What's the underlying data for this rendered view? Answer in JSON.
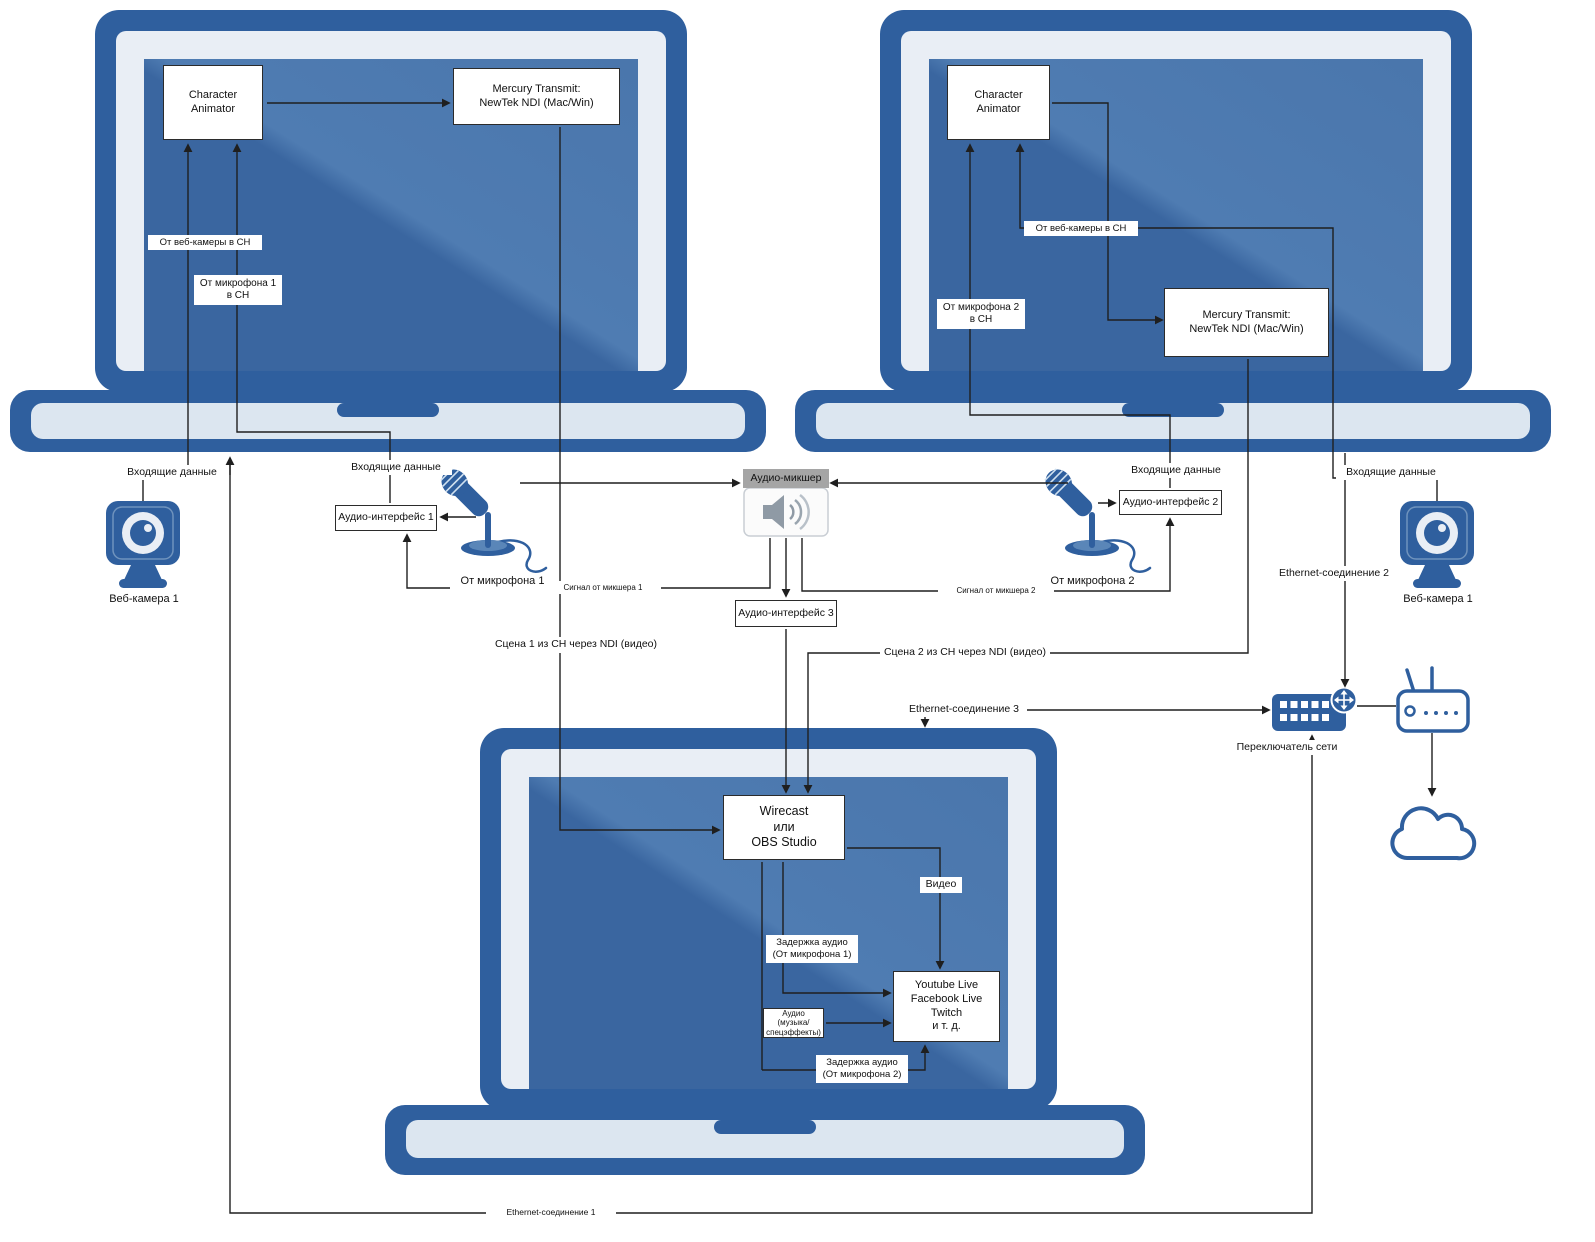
{
  "colors": {
    "laptop_blue": "#2f5f9e",
    "screen_blue": "#3a66a0",
    "line": "#1f1f1f",
    "mixer_label_bg": "#a5a5a5"
  },
  "laptop_left": {
    "character_animator": "Character\nAnimator",
    "mercury_transmit": "Mercury Transmit:\nNewTek NDI (Mac/Win)",
    "from_webcam_label": "От веб-камеры в CH",
    "from_mic_label": "От микрофона 1\nв CH",
    "incoming_webcam": "Входящие данные",
    "incoming_mic": "Входящие данные"
  },
  "laptop_right": {
    "character_animator": "Character\nAnimator",
    "mercury_transmit": "Mercury Transmit:\nNewTek NDI (Mac/Win)",
    "from_webcam_label": "От веб-камеры в CH",
    "from_mic_label": "От микрофона 2\nв CH",
    "incoming_mic": "Входящие данные",
    "incoming_webcam": "Входящие данные"
  },
  "laptop_bottom": {
    "wirecast": "Wirecast\nили\nOBS Studio",
    "streaming": "Youtube Live\nFacebook Live\nTwitch\nи т. д.",
    "video_label": "Видео",
    "audio_delay_1": "Задержка аудио\n(От микрофона 1)",
    "audio_fx": "Аудио\n(музыка/\nспецэффекты)",
    "audio_delay_2": "Задержка аудио\n(От микрофона 2)"
  },
  "peripherals": {
    "webcam_left": "Веб-камера 1",
    "webcam_right": "Веб-камера 1",
    "mic_left": "От микрофона 1",
    "mic_right": "От микрофона 2",
    "audio_interface_1": "Аудио-интерфейс 1",
    "audio_interface_2": "Аудио-интерфейс 2",
    "audio_interface_3": "Аудио-интерфейс 3",
    "audio_mixer": "Аудио-микшер",
    "network_switch": "Переключатель сети"
  },
  "connections": {
    "mixer_signal_1": "Сигнал от микшера 1",
    "mixer_signal_2": "Сигнал от микшера 2",
    "scene_1": "Сцена 1 из CH через NDI (видео)",
    "scene_2": "Сцена 2 из CH через NDI (видео)",
    "ethernet_1": "Ethernet-соединение 1",
    "ethernet_2": "Ethernet-соединение 2",
    "ethernet_3": "Ethernet-соединение 3"
  }
}
